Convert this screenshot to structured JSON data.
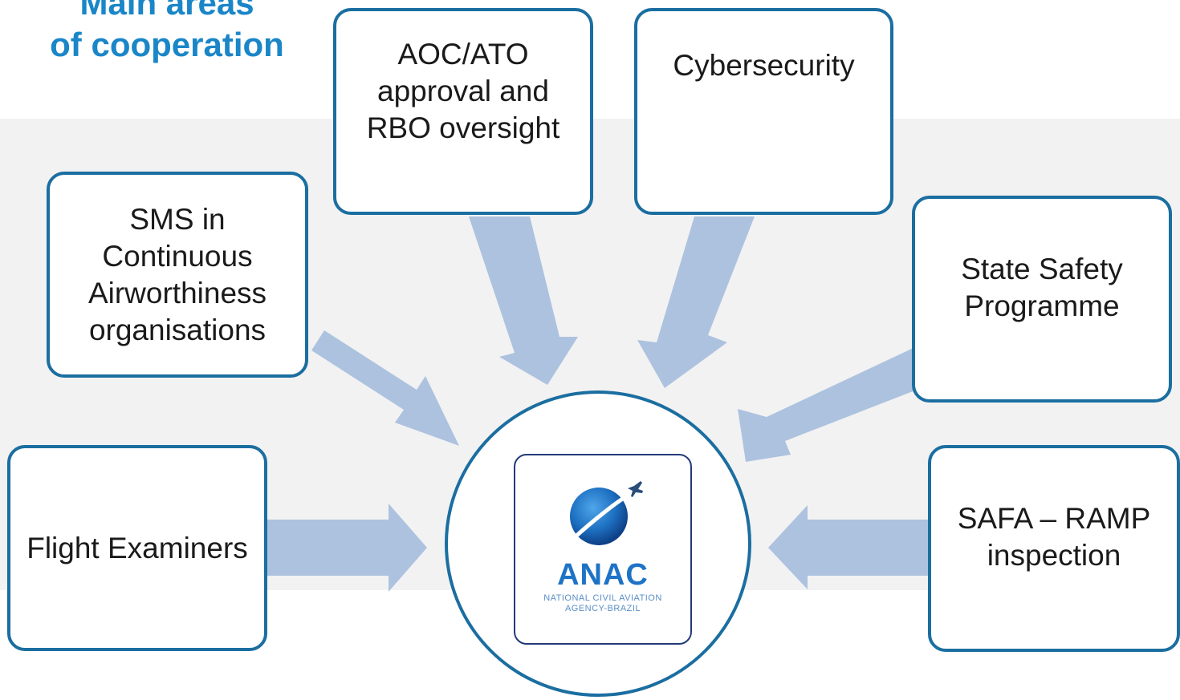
{
  "title": {
    "line1": "Main areas",
    "line2": "of cooperation"
  },
  "areas": [
    {
      "id": "flight-examiners",
      "lines": [
        "Flight Examiners"
      ]
    },
    {
      "id": "sms-continuous-airworthiness",
      "lines": [
        "SMS in",
        "Continuous",
        "Airworthiness",
        "organisations"
      ]
    },
    {
      "id": "aoc-ato-approval",
      "lines": [
        "AOC/ATO",
        "approval and",
        "RBO oversight"
      ]
    },
    {
      "id": "cybersecurity",
      "lines": [
        "Cybersecurity"
      ]
    },
    {
      "id": "state-safety-programme",
      "lines": [
        "State Safety",
        "Programme"
      ]
    },
    {
      "id": "safa-ramp-inspection",
      "lines": [
        "SAFA – RAMP",
        "inspection"
      ]
    }
  ],
  "center_logo": {
    "wordmark": "ANAC",
    "subtitle_line1": "NATIONAL CIVIL AVIATION",
    "subtitle_line2": "AGENCY-BRAZIL"
  },
  "colors": {
    "title": "#1a86c8",
    "box_border": "#1b6ea0",
    "arrow": "#adc2df",
    "band": "#f2f2f2",
    "logo_blue": "#1d73c6"
  }
}
